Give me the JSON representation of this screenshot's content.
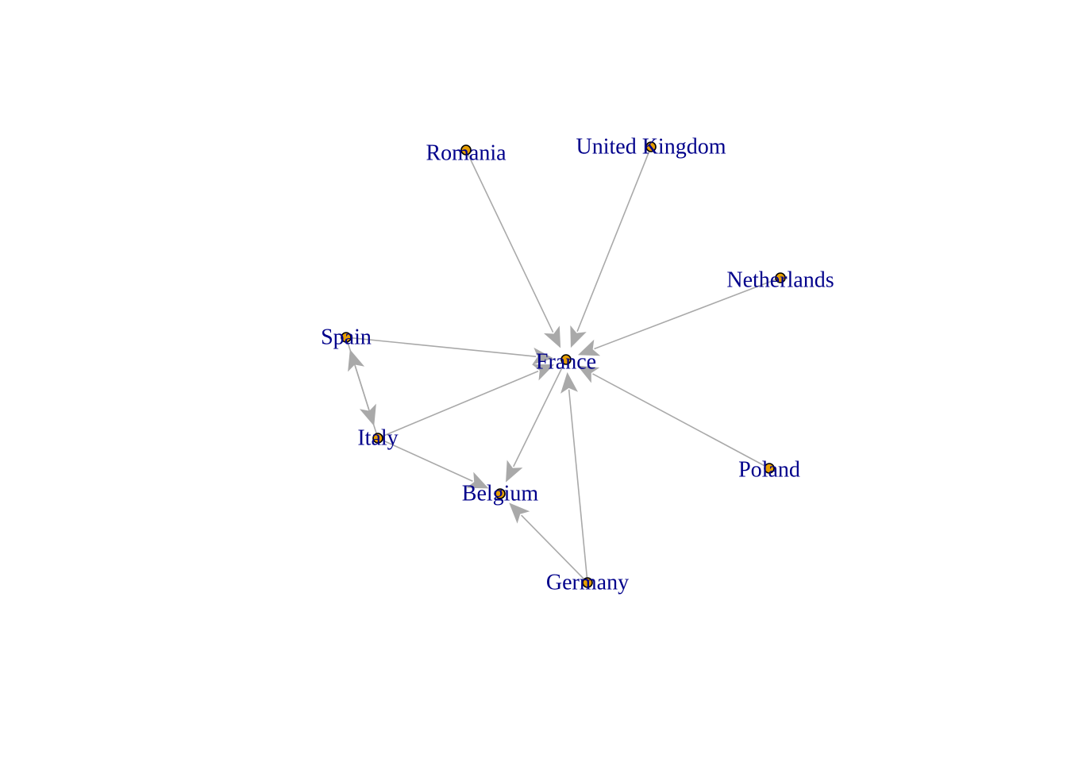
{
  "colors": {
    "edge": "#a9a9a9",
    "node_fill": "#e69f00",
    "node_stroke": "#000000",
    "label": "#00008b",
    "background": "#ffffff"
  },
  "nodes": [
    {
      "id": "romania",
      "label": "Romania"
    },
    {
      "id": "united-kingdom",
      "label": "United Kingdom"
    },
    {
      "id": "netherlands",
      "label": "Netherlands"
    },
    {
      "id": "spain",
      "label": "Spain"
    },
    {
      "id": "france",
      "label": "France"
    },
    {
      "id": "italy",
      "label": "Italy"
    },
    {
      "id": "belgium",
      "label": "Belgium"
    },
    {
      "id": "poland",
      "label": "Poland"
    },
    {
      "id": "germany",
      "label": "Germany"
    }
  ],
  "edges": [
    {
      "from": "romania",
      "to": "france"
    },
    {
      "from": "united-kingdom",
      "to": "france"
    },
    {
      "from": "netherlands",
      "to": "france"
    },
    {
      "from": "spain",
      "to": "france"
    },
    {
      "from": "italy",
      "to": "france"
    },
    {
      "from": "poland",
      "to": "france"
    },
    {
      "from": "germany",
      "to": "france"
    },
    {
      "from": "france",
      "to": "belgium"
    },
    {
      "from": "italy",
      "to": "belgium"
    },
    {
      "from": "germany",
      "to": "belgium"
    },
    {
      "from": "spain",
      "to": "italy"
    },
    {
      "from": "italy",
      "to": "spain"
    }
  ]
}
